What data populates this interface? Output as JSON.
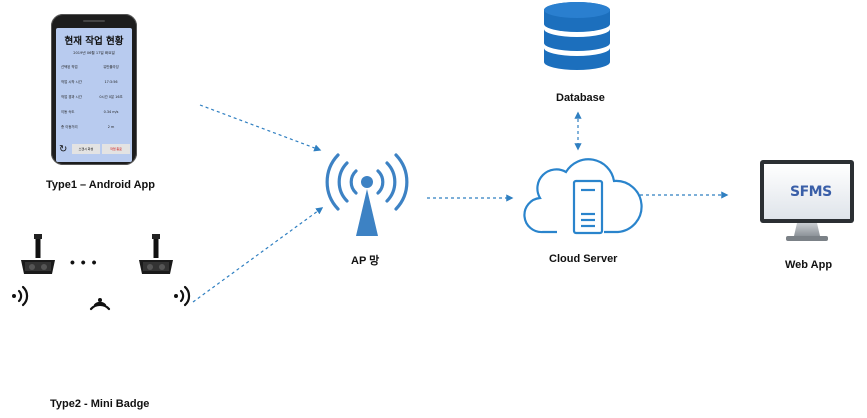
{
  "labels": {
    "android": "Type1 – Android  App",
    "badge": "Type2 - Mini Badge",
    "ap": "AP 망",
    "database": "Database",
    "cloud": "Cloud Server",
    "webapp": "Web App"
  },
  "phone_screen": {
    "title": "현재 작업 현황",
    "date": "2019년 06월 17일 화요일",
    "rows": [
      {
        "label": "선택된 작업",
        "value": "유반플라잉"
      },
      {
        "label": "작업 시작 시간",
        "value": "17:3:56"
      },
      {
        "label": "작업 경과 시간",
        "value": "0시간 0분 16초"
      },
      {
        "label": "이동 속도",
        "value": "0.34 m/s"
      },
      {
        "label": "총 이동거리",
        "value": "2 m"
      }
    ],
    "buttons": [
      "스캔시 화성",
      "작업 종료"
    ]
  },
  "monitor_text": "SFMS",
  "dots": "•   •   •",
  "colors": {
    "arrow": "#2f7fc1",
    "db": "#1c6fbd",
    "cloud": "#2a84cc",
    "ap": "#3d82c4"
  },
  "icons": [
    "phone-icon",
    "badge-device-icon",
    "signal-wave-icon",
    "antenna-icon",
    "database-icon",
    "cloud-server-icon",
    "monitor-icon"
  ]
}
